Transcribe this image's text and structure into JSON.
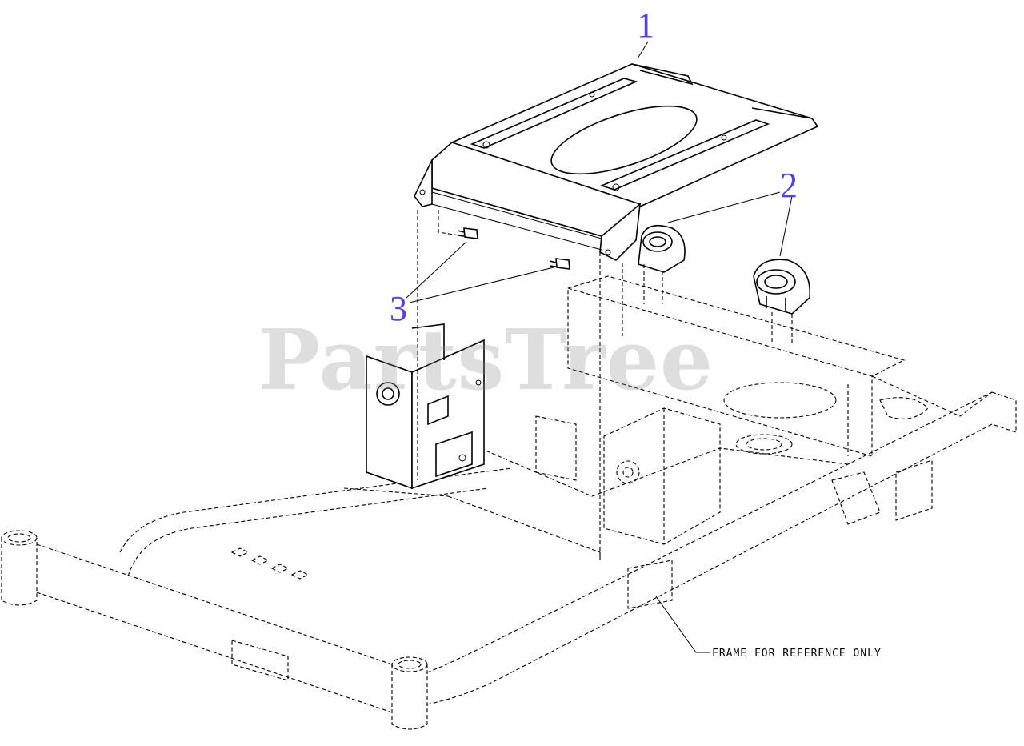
{
  "callouts": [
    {
      "id": "1",
      "label": "1"
    },
    {
      "id": "2",
      "label": "2"
    },
    {
      "id": "3",
      "label": "3"
    }
  ],
  "reference_note": "FRAME FOR REFERENCE ONLY",
  "watermark": "PartsTree",
  "colors": {
    "callout": "#5b3fe0",
    "line": "#000000",
    "watermark": "#8a8a8a",
    "background": "#ffffff"
  }
}
